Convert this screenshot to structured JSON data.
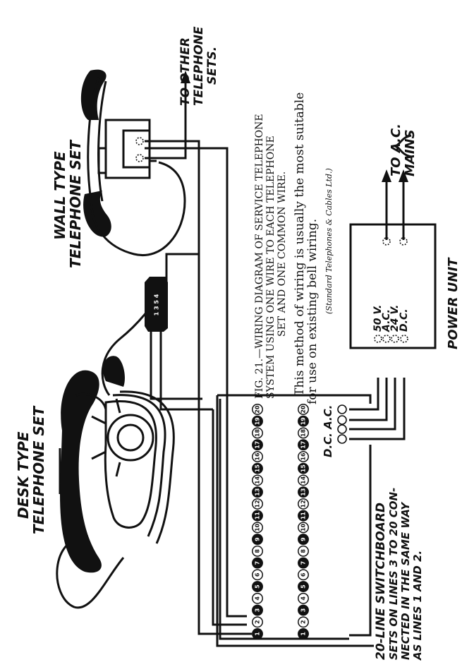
{
  "diagram": {
    "labels": {
      "desk_set": [
        "DESK TYPE",
        "TELEPHONE SET"
      ],
      "wall_set": [
        "WALL TYPE",
        "TELEPHONE SET"
      ],
      "to_other": [
        "TO OTHER",
        "TELEPHONE",
        "SETS."
      ],
      "to_mains": [
        "TO A.C.",
        "MAINS"
      ],
      "power_unit": "POWER UNIT",
      "switchboard_note": [
        "20-LINE SWITCHBOARD",
        "SETS ON LINES 3 TO 20 CON-",
        "NECTED IN THE SAME WAY",
        "AS LINES 1 AND 2."
      ],
      "dc_ac": "D.C. A.C."
    },
    "power_terminals": [
      "50 V.",
      "A.C.",
      "24 V.",
      "D.C."
    ],
    "junction_block_label": "1 3 5 4",
    "switchboard_upper_terminals": [
      "1",
      "2",
      "3",
      "4",
      "5",
      "6",
      "7",
      "8",
      "9",
      "10",
      "11",
      "12",
      "13",
      "14",
      "15",
      "16",
      "17",
      "18",
      "19",
      "20"
    ],
    "switchboard_lower_terminals": [
      "1",
      "2",
      "3",
      "4",
      "5",
      "6",
      "7",
      "8",
      "9",
      "10",
      "11",
      "12",
      "13",
      "14",
      "15",
      "16",
      "17",
      "18",
      "19",
      "20"
    ],
    "caption": {
      "title": [
        "FIG. 21.—WIRING DIAGRAM OF SERVICE TELEPHONE",
        "SYSTEM USING ONE WIRE TO EACH TELEPHONE",
        "SET AND ONE COMMON WIRE."
      ],
      "body": [
        "This method of wiring is usually the most suitable",
        "for use on existing bell wiring."
      ],
      "credit": "(Standard Telephones & Cables Ltd.)"
    }
  }
}
